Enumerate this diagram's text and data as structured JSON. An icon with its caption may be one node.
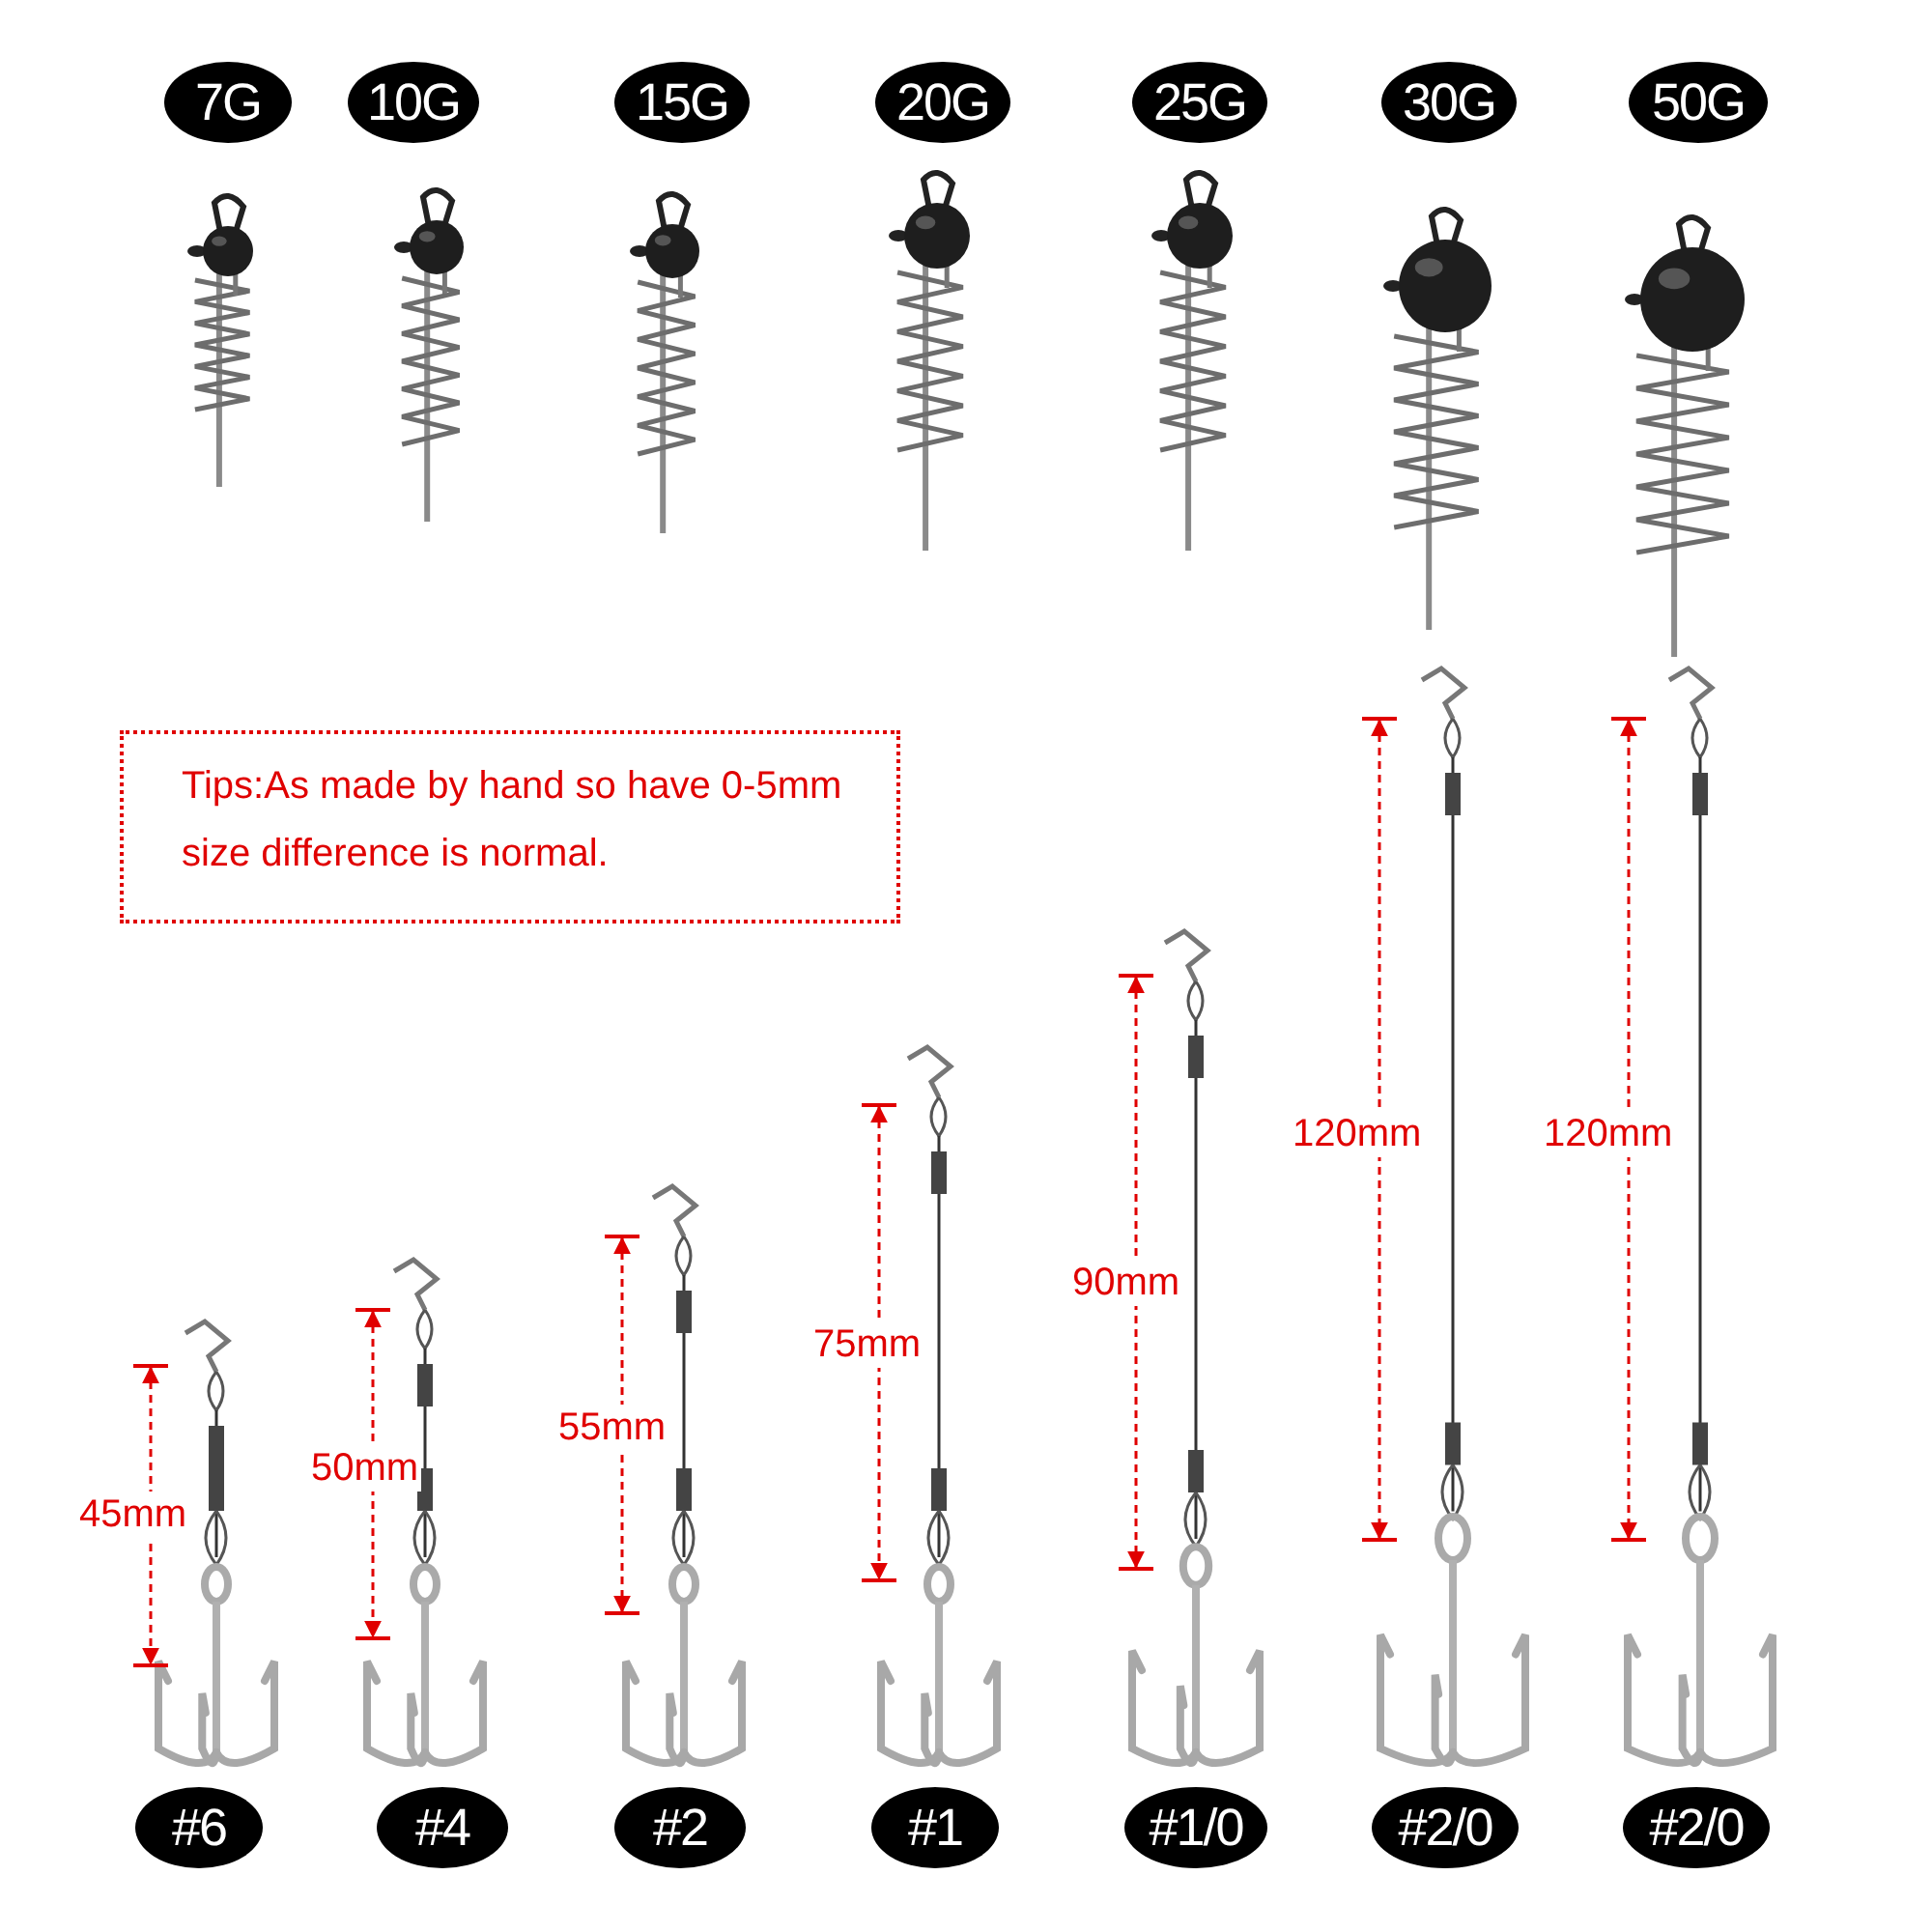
{
  "diagram": {
    "labels": [
      "7G",
      "10G",
      "15G",
      "20G",
      "25G",
      "30G",
      "50G",
      "Tips:As made by hand so have 0-5mm size difference is normal.",
      "45mm",
      "50mm",
      "55mm",
      "75mm",
      "90mm",
      "120mm",
      "120mm",
      "#6",
      "#4",
      "#2",
      "#1",
      "#1/0",
      "#2/0",
      "#2/0"
    ]
  }
}
